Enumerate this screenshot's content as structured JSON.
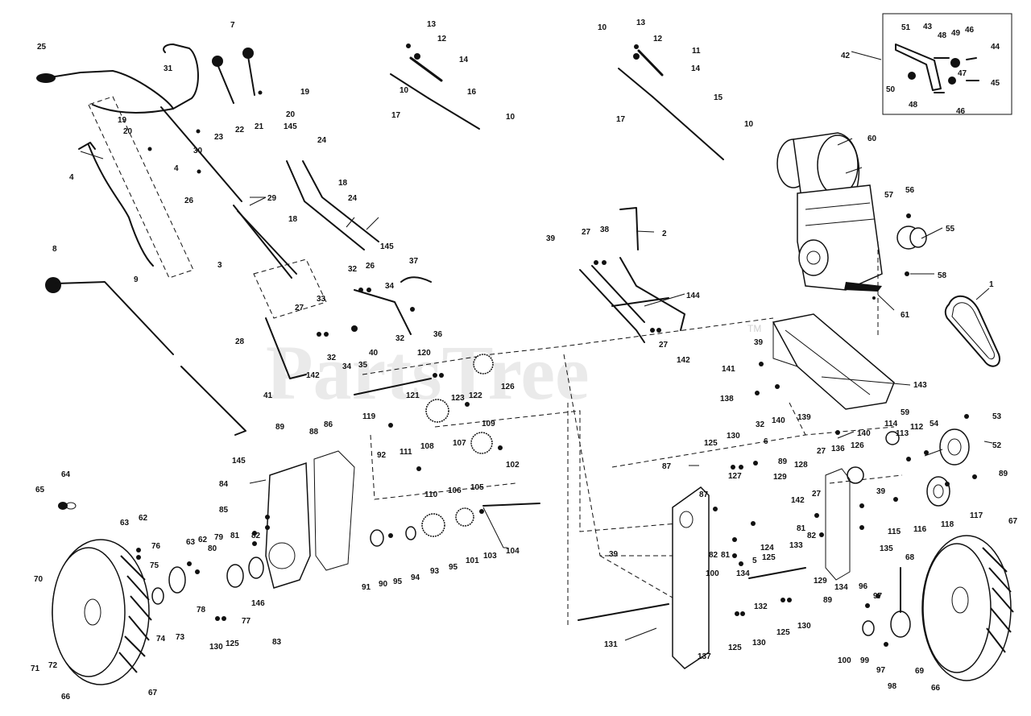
{
  "watermark": {
    "text": "PartsTree",
    "tm": "TM"
  },
  "labels": {
    "l1": "1",
    "l2": "2",
    "l3": "3",
    "l4a": "4",
    "l4b": "4",
    "l5": "5",
    "l6": "6",
    "l7": "7",
    "l8": "8",
    "l9": "9",
    "l10a": "10",
    "l10b": "10",
    "l10c": "10",
    "l10d": "10",
    "l11": "11",
    "l12a": "12",
    "l12b": "12",
    "l13a": "13",
    "l13b": "13",
    "l14a": "14",
    "l14b": "14",
    "l15": "15",
    "l16": "16",
    "l17a": "17",
    "l17b": "17",
    "l18a": "18",
    "l18b": "18",
    "l19a": "19",
    "l19b": "19",
    "l20a": "20",
    "l20b": "20",
    "l21": "21",
    "l22": "22",
    "l23": "23",
    "l24a": "24",
    "l24b": "24",
    "l25": "25",
    "l26a": "26",
    "l26b": "26",
    "l27a": "27",
    "l27b": "27",
    "l27c": "27",
    "l27d": "27",
    "l27e": "27",
    "l28": "28",
    "l29": "29",
    "l30": "30",
    "l31": "31",
    "l32a": "32",
    "l32b": "32",
    "l32c": "32",
    "l32d": "32",
    "l33": "33",
    "l34a": "34",
    "l34b": "34",
    "l35": "35",
    "l36": "36",
    "l37": "37",
    "l38": "38",
    "l39a": "39",
    "l39b": "39",
    "l39c": "39",
    "l39d": "39",
    "l40": "40",
    "l41": "41",
    "l42": "42",
    "l43": "43",
    "l44": "44",
    "l45": "45",
    "l46a": "46",
    "l46b": "46",
    "l47": "47",
    "l48a": "48",
    "l48b": "48",
    "l49": "49",
    "l50": "50",
    "l51": "51",
    "l52": "52",
    "l53": "53",
    "l54": "54",
    "l55": "55",
    "l56": "56",
    "l57": "57",
    "l58": "58",
    "l59": "59",
    "l60": "60",
    "l61": "61",
    "l62a": "62",
    "l62b": "62",
    "l63a": "63",
    "l63b": "63",
    "l64": "64",
    "l65": "65",
    "l66a": "66",
    "l66b": "66",
    "l67a": "67",
    "l67b": "67",
    "l68": "68",
    "l69": "69",
    "l70": "70",
    "l71": "71",
    "l72": "72",
    "l73": "73",
    "l74": "74",
    "l75": "75",
    "l76": "76",
    "l77": "77",
    "l78": "78",
    "l79": "79",
    "l80": "80",
    "l81a": "81",
    "l81b": "81",
    "l81c": "81",
    "l82a": "82",
    "l82b": "82",
    "l82c": "82",
    "l83": "83",
    "l84": "84",
    "l85": "85",
    "l86": "86",
    "l87a": "87",
    "l87b": "87",
    "l88": "88",
    "l89a": "89",
    "l89b": "89",
    "l89c": "89",
    "l89d": "89",
    "l90": "90",
    "l91": "91",
    "l92": "92",
    "l93": "93",
    "l94": "94",
    "l95a": "95",
    "l95b": "95",
    "l96": "96",
    "l97a": "97",
    "l97b": "97",
    "l98": "98",
    "l99": "99",
    "l100a": "100",
    "l100b": "100",
    "l101": "101",
    "l102": "102",
    "l103": "103",
    "l104": "104",
    "l105": "105",
    "l106": "106",
    "l107": "107",
    "l108": "108",
    "l109": "109",
    "l110": "110",
    "l111": "111",
    "l112": "112",
    "l113": "113",
    "l114": "114",
    "l115": "115",
    "l116": "116",
    "l117": "117",
    "l118": "118",
    "l119": "119",
    "l120": "120",
    "l121": "121",
    "l122": "122",
    "l123": "123",
    "l124": "124",
    "l125a": "125",
    "l125b": "125",
    "l125c": "125",
    "l125d": "125",
    "l125e": "125",
    "l126a": "126",
    "l126b": "126",
    "l127": "127",
    "l128": "128",
    "l129a": "129",
    "l129b": "129",
    "l130a": "130",
    "l130b": "130",
    "l130c": "130",
    "l130d": "130",
    "l131": "131",
    "l132": "132",
    "l133": "133",
    "l134a": "134",
    "l134b": "134",
    "l135": "135",
    "l136": "136",
    "l137": "137",
    "l138": "138",
    "l139": "139",
    "l140a": "140",
    "l140b": "140",
    "l141": "141",
    "l142a": "142",
    "l142b": "142",
    "l142c": "142",
    "l143": "143",
    "l144": "144",
    "l145a": "145",
    "l145b": "145",
    "l145c": "145",
    "l146": "146"
  }
}
